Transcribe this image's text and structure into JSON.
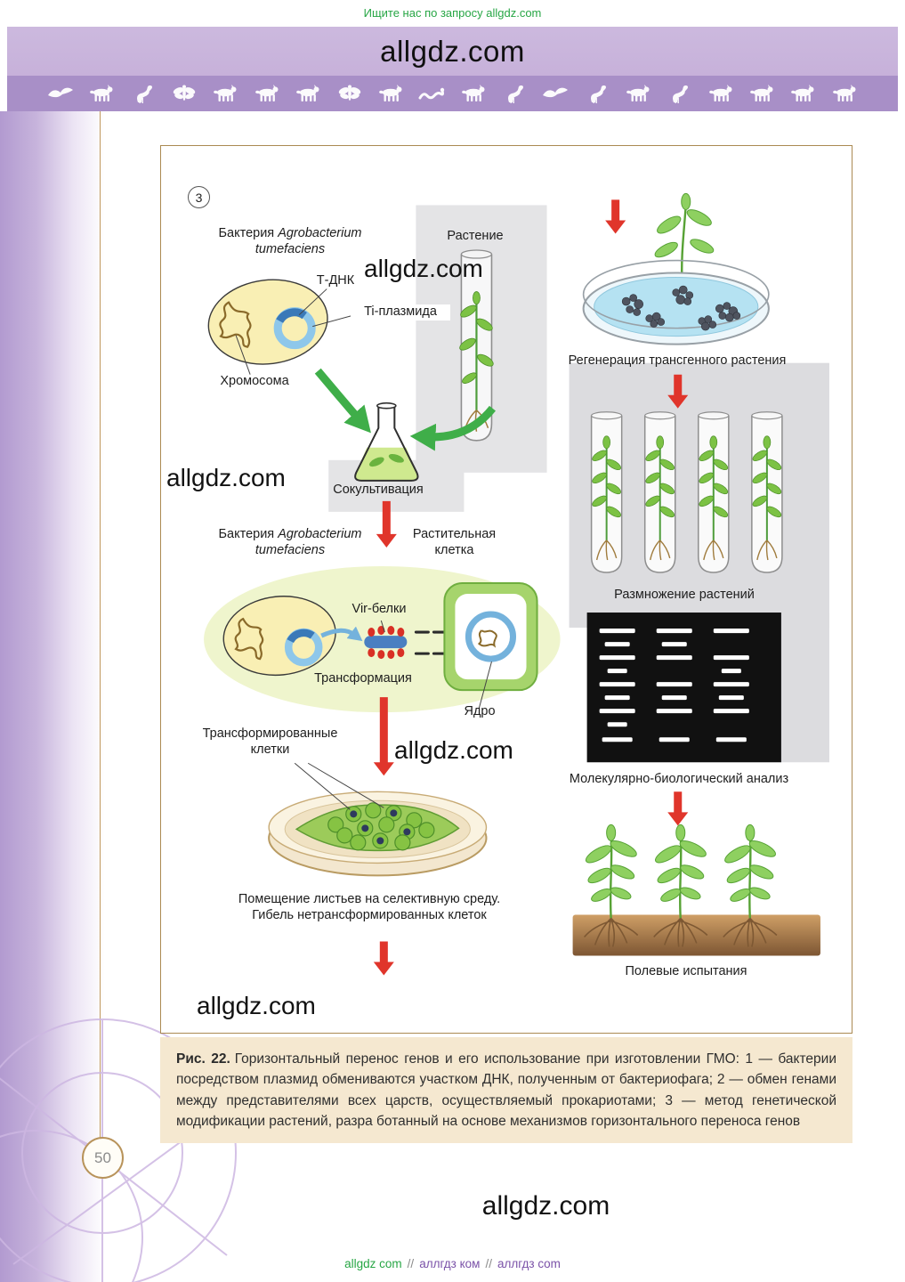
{
  "page": {
    "top_notice": "Ищите нас по запросу allgdz.com",
    "header_title": "allgdz.com",
    "page_number": "50",
    "bottom_watermark": "allgdz.com",
    "footer_link1": "allgdz com",
    "footer_link2": "аллгдз ком",
    "footer_link3": "аллгдз com",
    "footer_sep": "//"
  },
  "header": {
    "animal_icons": [
      "bird",
      "dog",
      "goose",
      "dragonfly",
      "boar",
      "deer",
      "cat",
      "butterfly",
      "bison",
      "snake",
      "horse",
      "stork",
      "swallow",
      "rooster",
      "rabbit",
      "crane",
      "bull",
      "camel",
      "fox",
      "wolf"
    ]
  },
  "figure": {
    "badge": "3",
    "watermark": "allgdz.com",
    "bacteria_prefix": "Бактерия",
    "bacteria_latin": "Agrobacterium tumefaciens",
    "t_dna": "Т-ДНК",
    "ti_plasmid": "Ti-плазмида",
    "chromosome": "Хромосома",
    "plant": "Растение",
    "cocultivation": "Сокультивация",
    "plant_cell": "Растительная клетка",
    "vir_proteins": "Vir-белки",
    "transformation": "Трансформация",
    "nucleus": "Ядро",
    "transformed_cells": "Трансформированные клетки",
    "selective_line1": "Помещение листьев на селективную среду.",
    "selective_line2": "Гибель нетрансформированных клеток",
    "regeneration": "Регенерация трансгенного растения",
    "propagation": "Размножение растений",
    "analysis": "Молекулярно-биологический анализ",
    "field_trials": "Полевые испытания"
  },
  "caption": {
    "label": "Рис. 22.",
    "text": "Горизонтальный перенос генов и его использование при изготовлении ГМО: 1 — бактерии посредством плазмид обмениваются участком ДНК, полученным от бактериофага; 2 — обмен генами между представителями всех царств, осуществляемый прокариотами; 3 — метод генетической модификации растений, разра ботанный на основе механизмов горизонтального переноса генов"
  },
  "colors": {
    "accent_green": "#27a645",
    "arrow_red": "#e0352b",
    "header_purple": "#c3abd7",
    "band_purple": "#a88fc7",
    "caption_bg": "#f5e8d0",
    "border_tan": "#ab8a52",
    "link_purple": "#7b52a8"
  }
}
